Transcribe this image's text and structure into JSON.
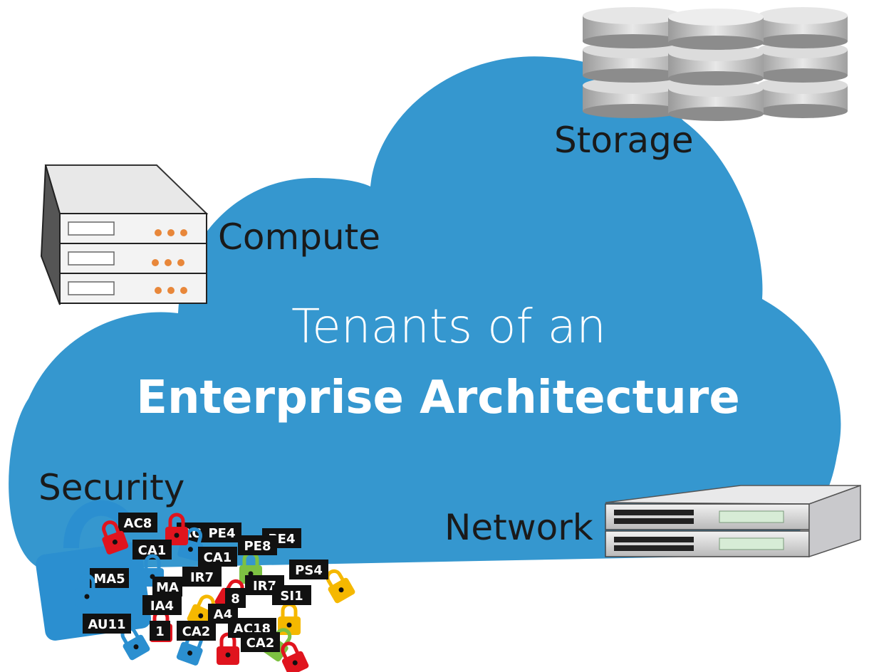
{
  "title": {
    "line1": "Tenants of an",
    "line2": "Enterprise Architecture"
  },
  "labels": {
    "storage": "Storage",
    "compute": "Compute",
    "security": "Security",
    "network": "Network"
  },
  "security_tags": [
    "AC8",
    "AC",
    "PE4",
    "PE4",
    "CA1",
    "CA1",
    "PE8",
    "MA5",
    "MA",
    "IR7",
    "IR7",
    "PS4",
    "SI1",
    "IA4",
    "A4",
    "8",
    "AU11",
    "1",
    "CA2",
    "AC18",
    "CA2"
  ],
  "colors": {
    "cloud": "#3597cf",
    "tag": "#111111",
    "lock_red": "#e0141e",
    "lock_blue": "#2b8fd0",
    "lock_green": "#7dc142",
    "lock_yellow": "#f5b800"
  },
  "icons": [
    "cloud-icon",
    "database-icon",
    "server-stack-icon",
    "network-switch-icon",
    "padlock-icon"
  ]
}
